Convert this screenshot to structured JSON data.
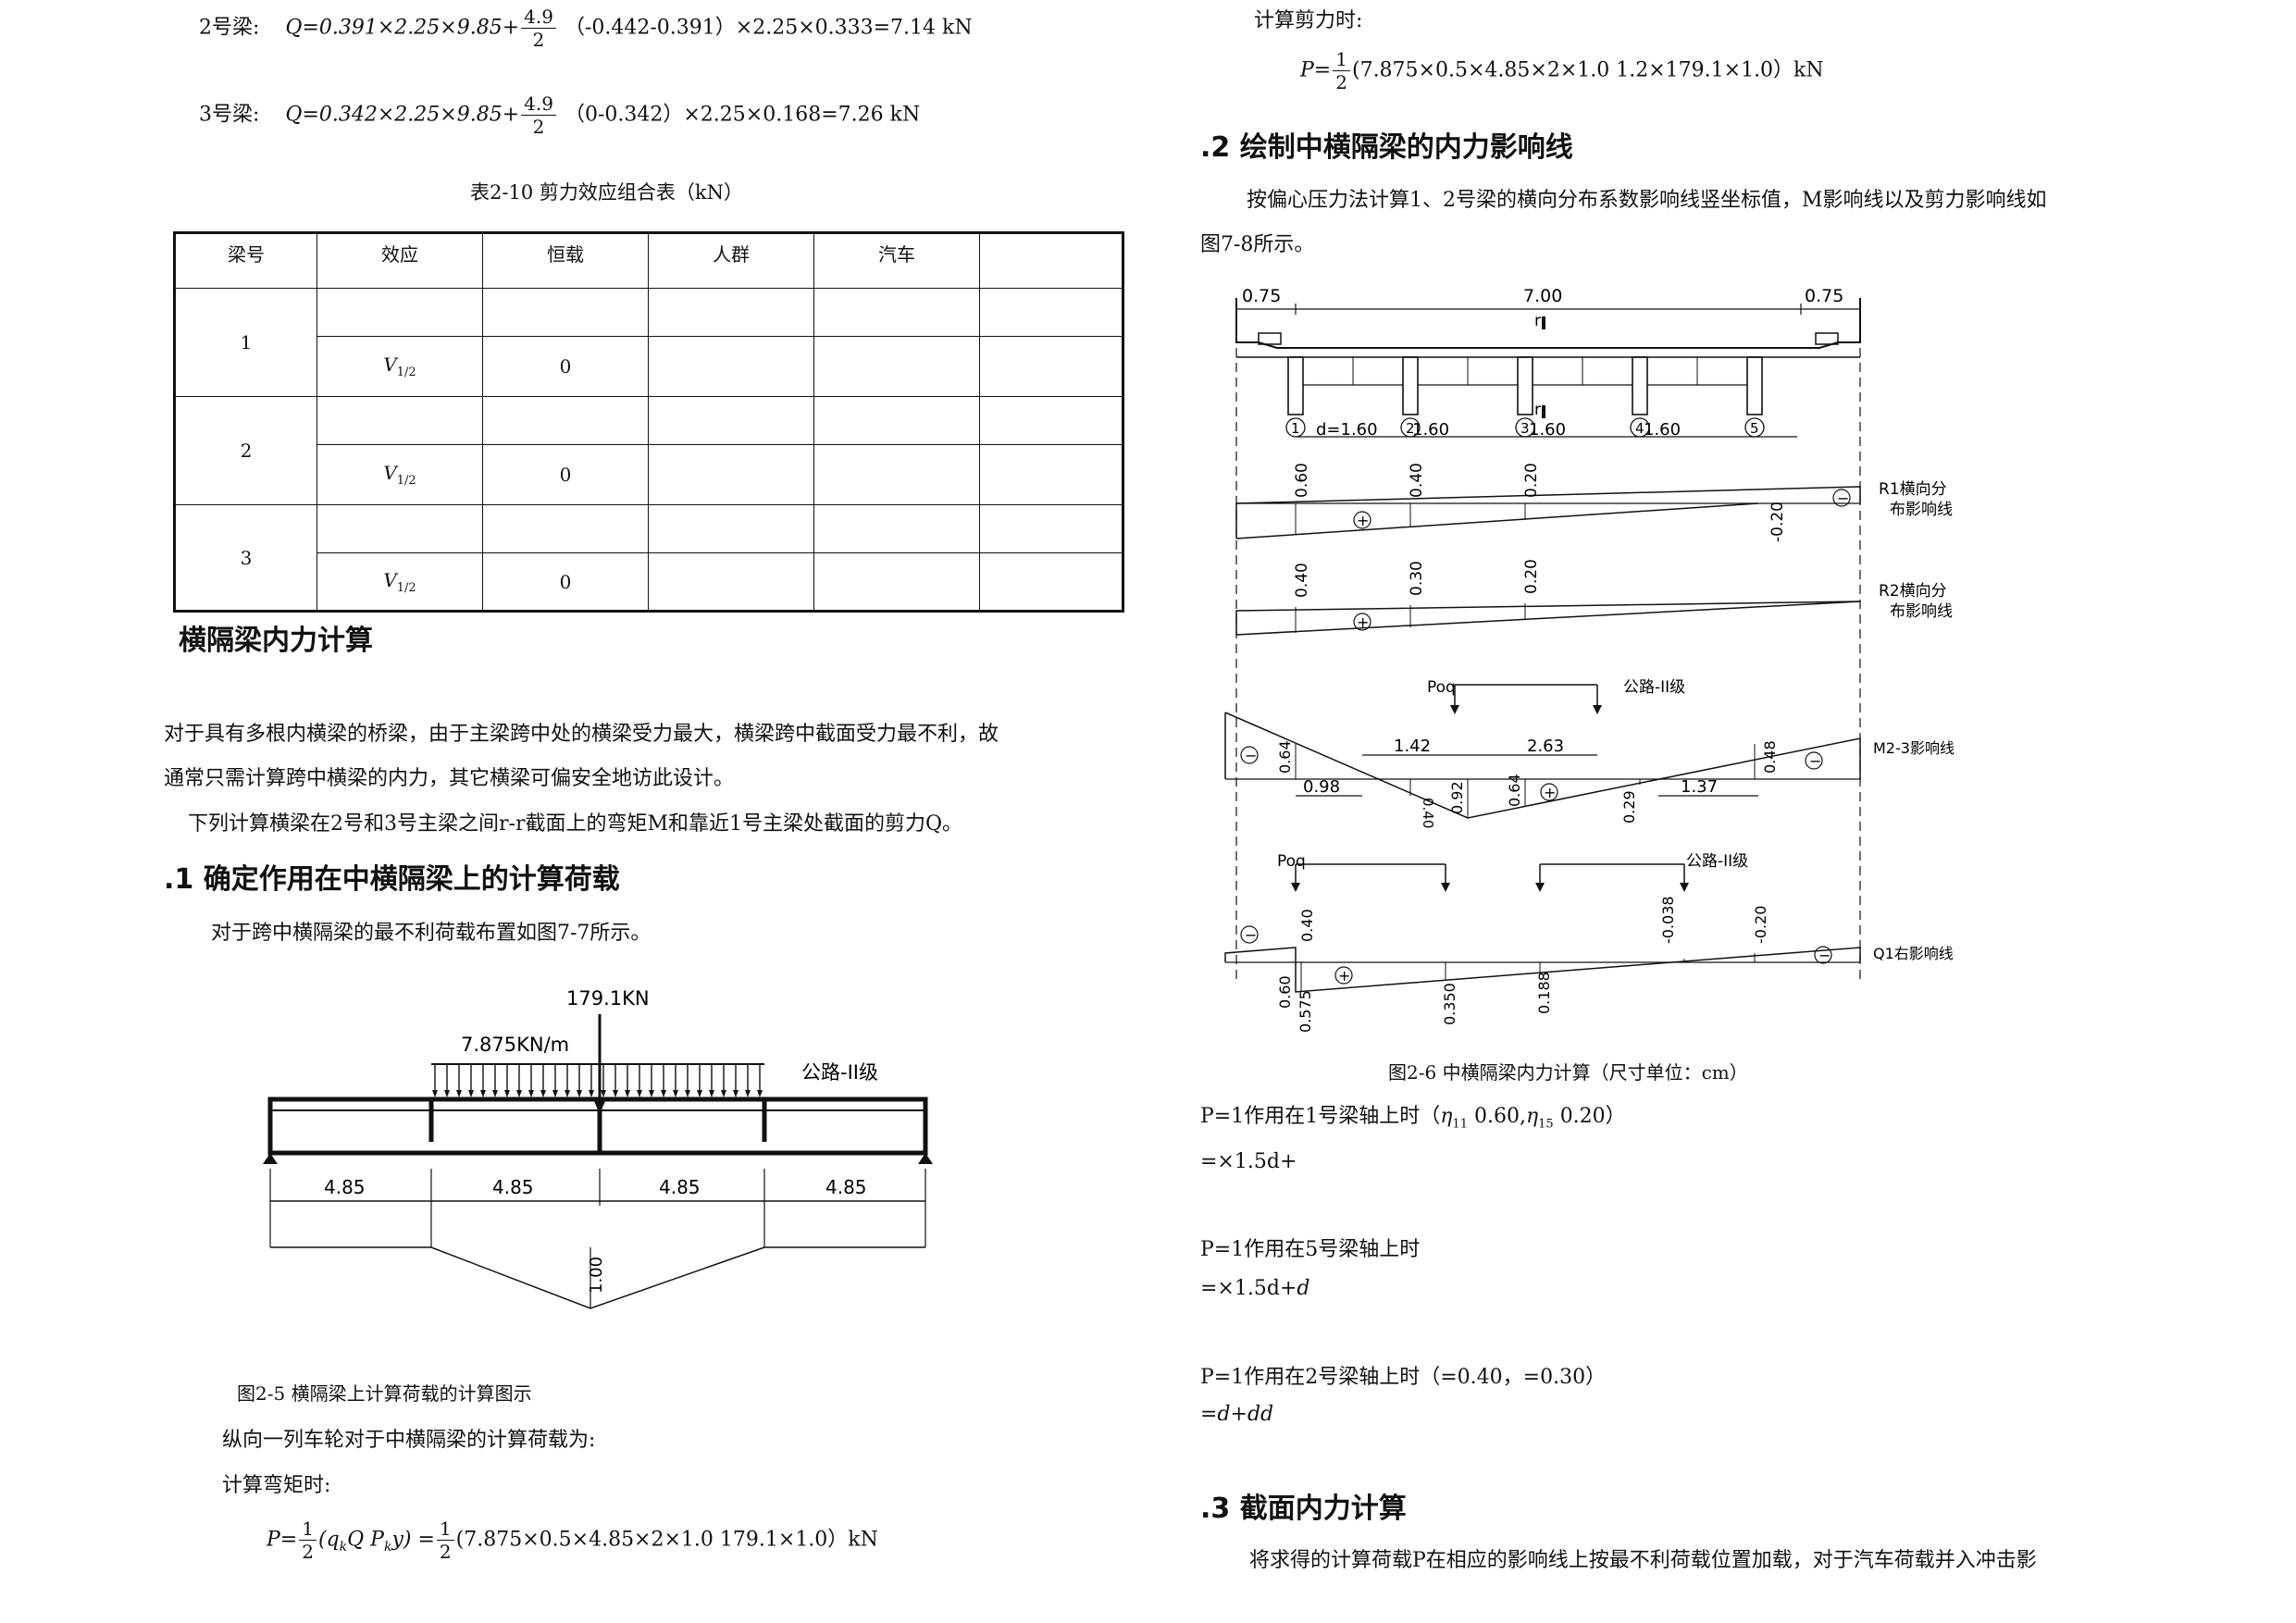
{
  "left": {
    "eq_beam2": {
      "label": "2号梁:",
      "pre": "Q=0.391×2.25×9.85+",
      "num": "4.9",
      "den": "2",
      "post": "（-0.442-0.391）×2.25×0.333=7.14 kN"
    },
    "eq_beam3": {
      "label": "3号梁:",
      "pre": "Q=0.342×2.25×9.85+",
      "num": "4.9",
      "den": "2",
      "post": "（0-0.342）×2.25×0.168=7.26 kN"
    },
    "table_caption": "表2-10  剪力效应组合表（kN）",
    "table": {
      "headers": [
        "梁号",
        "效应",
        "恒载",
        "人群",
        "汽车",
        ""
      ],
      "rows": [
        {
          "beam": "1",
          "effect": "V",
          "sub": "1/2",
          "dead": "0"
        },
        {
          "beam": "2",
          "effect": "V",
          "sub": "1/2",
          "dead": "0"
        },
        {
          "beam": "3",
          "effect": "V",
          "sub": "1/2",
          "dead": "0"
        }
      ]
    },
    "heading_main": "横隔梁内力计算",
    "para1_line1": "对于具有多根内横梁的桥梁，由于主梁跨中处的横梁受力最大，横梁跨中截面受力最不利，故",
    "para1_line2": "通常只需计算跨中横梁的内力，其它横梁可偏安全地访此设计。",
    "para2": "下列计算横梁在2号和3号主梁之间r-r截面上的弯矩M和靠近1号主梁处截面的剪力Q。",
    "heading_1": ".1 确定作用在中横隔梁上的计算荷载",
    "para3": "对于跨中横隔梁的最不利荷载布置如图7-7所示。",
    "fig5": {
      "point_load": "179.1KN",
      "dist_load": "7.875KN/m",
      "grade": "公路-II级",
      "spans": [
        "4.85",
        "4.85",
        "4.85",
        "4.85"
      ],
      "peak": "1.00"
    },
    "fig5_caption": "图2-5 横隔梁上计算荷载的计算图示",
    "para4": "纵向一列车轮对于中横隔梁的计算荷载为:",
    "para5": "计算弯矩时:",
    "eq_moment": {
      "pre": "P=",
      "num": "1",
      "den": "2",
      "mid": "(q",
      "sub_k": "k",
      "mid2": "Q    P",
      "sub_k2": "k",
      "mid3": "y) =",
      "post": "(7.875×0.5×4.85×2×1.0    179.1×1.0）kN"
    }
  },
  "right": {
    "para_shear": "计算剪力时:",
    "eq_shear": {
      "pre": "P=",
      "num": "1",
      "den": "2",
      "post": "(7.875×0.5×4.85×2×1.0    1.2×179.1×1.0）kN"
    },
    "heading_2": ".2 绘制中横隔梁的内力影响线",
    "para6_line1": "按偏心压力法计算1、2号梁的横向分布系数影响线竖坐标值，M影响线以及剪力影响线如",
    "para6_line2": "图7-8所示。",
    "fig6": {
      "dim_side": "0.75",
      "dim_mid": "7.00",
      "dim_side2": "0.75",
      "r_label": "r",
      "beam_nums": [
        "1",
        "2",
        "3",
        "4",
        "5"
      ],
      "spacing": [
        "d=1.60",
        "1.60",
        "1.60",
        "1.60"
      ],
      "r1_values": [
        "0.60",
        "0.40",
        "0.20",
        "-0.20"
      ],
      "r1_label_1": "R1横向分",
      "r1_label_2": "布影响线",
      "r2_values": [
        "0.40",
        "0.30",
        "0.20"
      ],
      "r2_label_1": "R2横向分",
      "r2_label_2": "布影响线",
      "poq": "Poq",
      "grade": "公路-II级",
      "m_dims": [
        "1.42",
        "2.63",
        "0.98",
        "1.37"
      ],
      "m_values": [
        "0.64",
        "0.40",
        "0.92",
        "0.64",
        "0.29",
        "0.48"
      ],
      "m_label": "M2-3影响线",
      "poq2": "Poq",
      "grade2": "公路-II级",
      "q_values_top": [
        "0.40",
        "-0.038",
        "-0.20"
      ],
      "q_values_bottom": [
        "0.60",
        "0.575",
        "0.350",
        "0.188"
      ],
      "q_label": "Q1右影响线"
    },
    "fig6_caption": "图2-6  中横隔梁内力计算（尺寸单位：cm）",
    "p1_line": "P=1作用在1号梁轴上时（",
    "p1_eta": "η",
    "p1_eta_sub": "11",
    "p1_tail": "0.60,",
    "p1_eta2_sub": "15",
    "p1_tail2": "0.20）",
    "p1_eq": "=×1.5d+",
    "p5_line": "P=1作用在5号梁轴上时",
    "p5_eq_a": "=×1.5d+",
    "p5_eq_b": "d",
    "p2_line": "P=1作用在2号梁轴上时（=0.40，=0.30）",
    "p2_eq": "=d+dd",
    "heading_3": ".3 截面内力计算",
    "para7": "将求得的计算荷载P在相应的影响线上按最不利荷载位置加载，对于汽车荷载并入冲击影"
  }
}
